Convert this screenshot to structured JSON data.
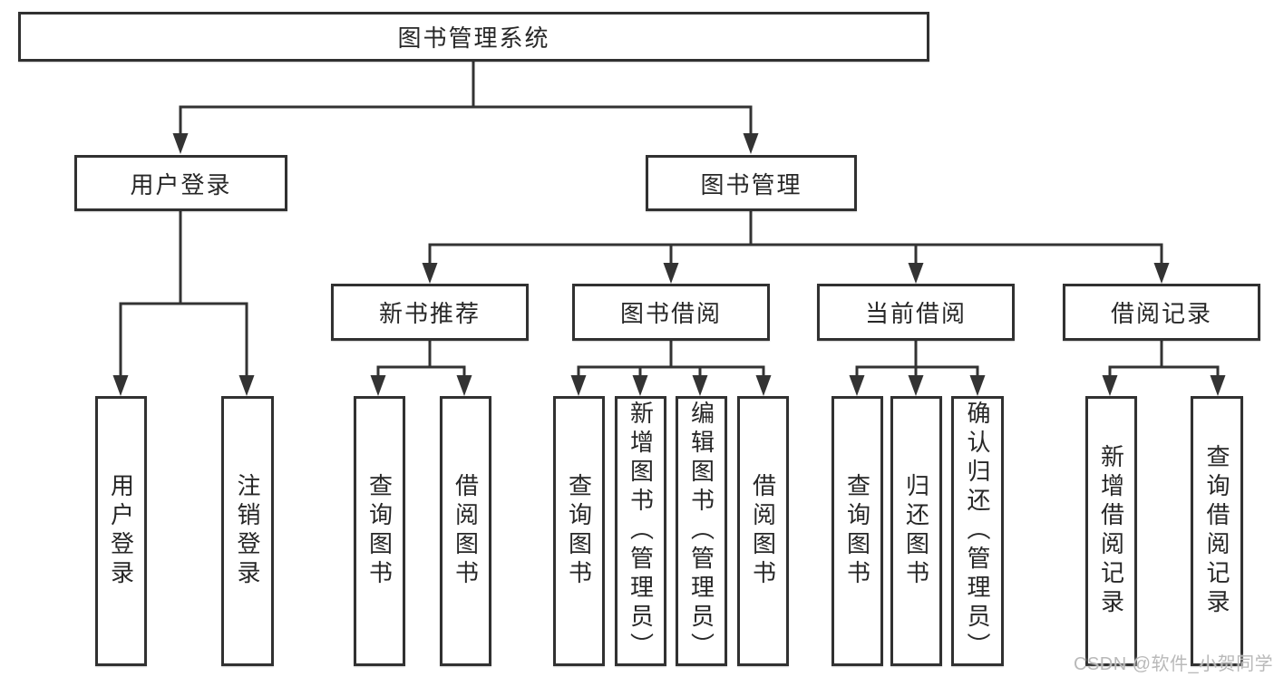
{
  "diagram": {
    "type": "tree",
    "root": {
      "label": "图书管理系统",
      "children": [
        {
          "label": "用户登录",
          "children": [
            {
              "label": "用户登录"
            },
            {
              "label": "注销登录"
            }
          ]
        },
        {
          "label": "图书管理",
          "children": [
            {
              "label": "新书推荐",
              "children": [
                {
                  "label": "查询图书"
                },
                {
                  "label": "借阅图书"
                }
              ]
            },
            {
              "label": "图书借阅",
              "children": [
                {
                  "label": "查询图书"
                },
                {
                  "label": "新增图书（管理员）"
                },
                {
                  "label": "编辑图书（管理员）"
                },
                {
                  "label": "借阅图书"
                }
              ]
            },
            {
              "label": "当前借阅",
              "children": [
                {
                  "label": "查询图书"
                },
                {
                  "label": "归还图书"
                },
                {
                  "label": "确认归还（管理员）"
                }
              ]
            },
            {
              "label": "借阅记录",
              "children": [
                {
                  "label": "新增借阅记录"
                },
                {
                  "label": "查询借阅记录"
                }
              ]
            }
          ]
        }
      ]
    }
  },
  "watermark": {
    "text": "CSDN @软件_小贺同学"
  },
  "colors": {
    "background": "#ffffff",
    "line": "#333333",
    "box_border": "#313131",
    "text": "#272727",
    "watermark": "#b9b9b9"
  }
}
